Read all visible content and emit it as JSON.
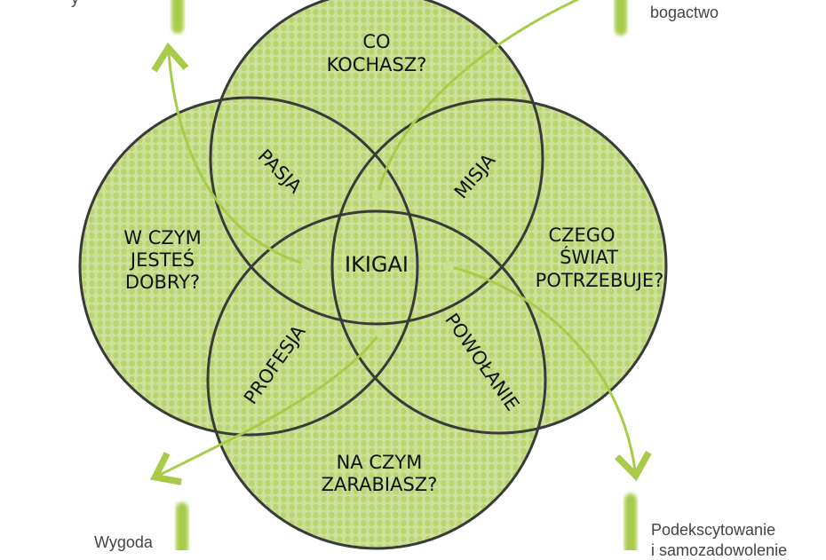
{
  "circles": {
    "top": [
      "CO",
      "KOCHASZ?"
    ],
    "left": [
      "W CZYM",
      "JESTEŚ",
      "DOBRY?"
    ],
    "right": [
      "CZEGO",
      "ŚWIAT",
      "POTRZEBUJE?"
    ],
    "bottom": [
      "NA CZYM",
      "ZARABIASZ?"
    ]
  },
  "overlaps": {
    "pasja": "PASJA",
    "misja": "MISJA",
    "profesja": "PROFESJA",
    "powolanie": "POWOŁANIE",
    "center": "IKIGAI"
  },
  "side_labels": {
    "top_left": "y",
    "top_right": "bogactwo",
    "bottom_left": "Wygoda",
    "bottom_right_1": "Podekscytowanie",
    "bottom_right_2": "i samozadowolenie"
  },
  "colors": {
    "green": "#a8cc4a",
    "outline": "#3a3a3a"
  }
}
